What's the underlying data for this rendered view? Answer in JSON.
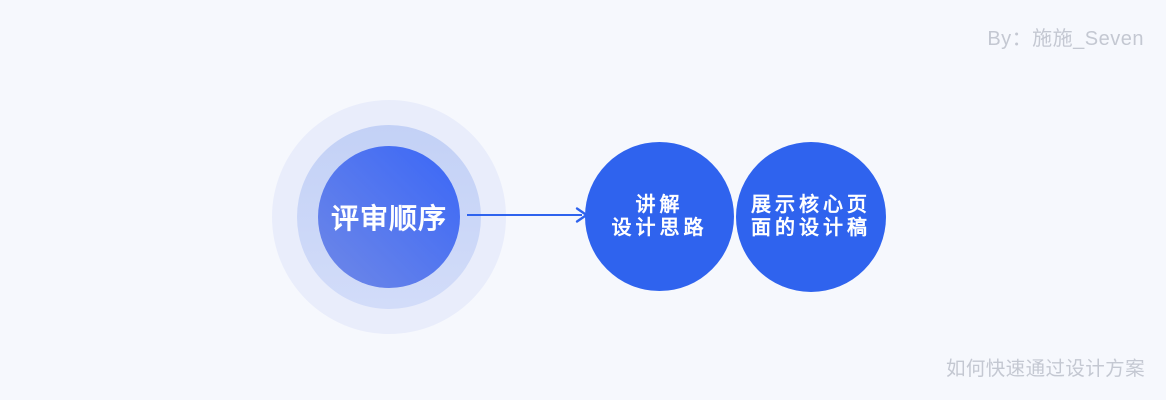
{
  "page": {
    "background_color": "#F6F8FD",
    "credit_top": "By：施施_Seven",
    "credit_bottom": "如何快速通过设计方案",
    "credit_color": "#C4C8D2"
  },
  "diagram": {
    "hub": {
      "label": "评审顺序",
      "core_color_start": "#3C68F6",
      "core_color_end": "#6F88E7",
      "ring_middle_top_color": "#C3D1F6",
      "ring_middle_bottom_color": "#D2DCF9",
      "ring_outer_color": "#E9EDFB"
    },
    "arrow_color": "#2E63EE",
    "node_fill": "#2F63EE",
    "node_text_color": "#FFFFFF",
    "nodes": [
      {
        "lines": [
          "讲解",
          "设计思路"
        ]
      },
      {
        "lines": [
          "展示核心页",
          "面的设计稿"
        ]
      }
    ]
  }
}
